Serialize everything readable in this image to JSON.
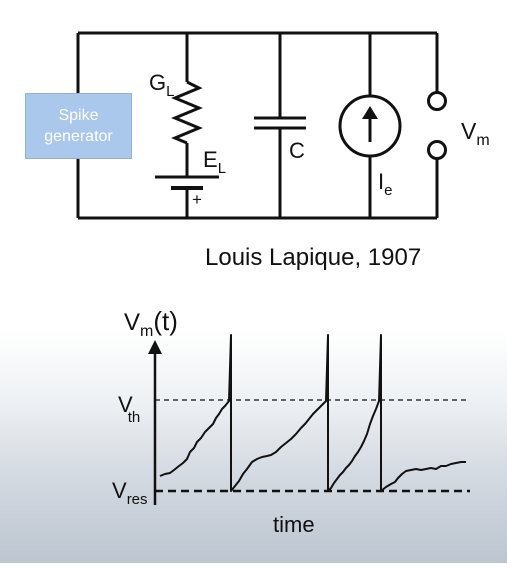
{
  "circuit": {
    "spike_generator_label_line1": "Spike",
    "spike_generator_label_line2": "generator",
    "conductance_label": "G",
    "conductance_subscript": "L",
    "reversal_label": "E",
    "reversal_subscript": "L",
    "battery_plus": "+",
    "capacitor_label": "C",
    "current_label": "I",
    "current_subscript": "e",
    "voltage_label": "V",
    "voltage_subscript": "m"
  },
  "caption": "Louis Lapique, 1907",
  "plot": {
    "y_axis_label_main": "V",
    "y_axis_label_sub": "m",
    "y_axis_label_arg": "(t)",
    "threshold_label": "V",
    "threshold_sub": "th",
    "reset_label": "V",
    "reset_sub": "res",
    "x_axis_label": "time"
  },
  "colors": {
    "spike_box_fill": "#a9c8ec",
    "line": "#111111"
  }
}
